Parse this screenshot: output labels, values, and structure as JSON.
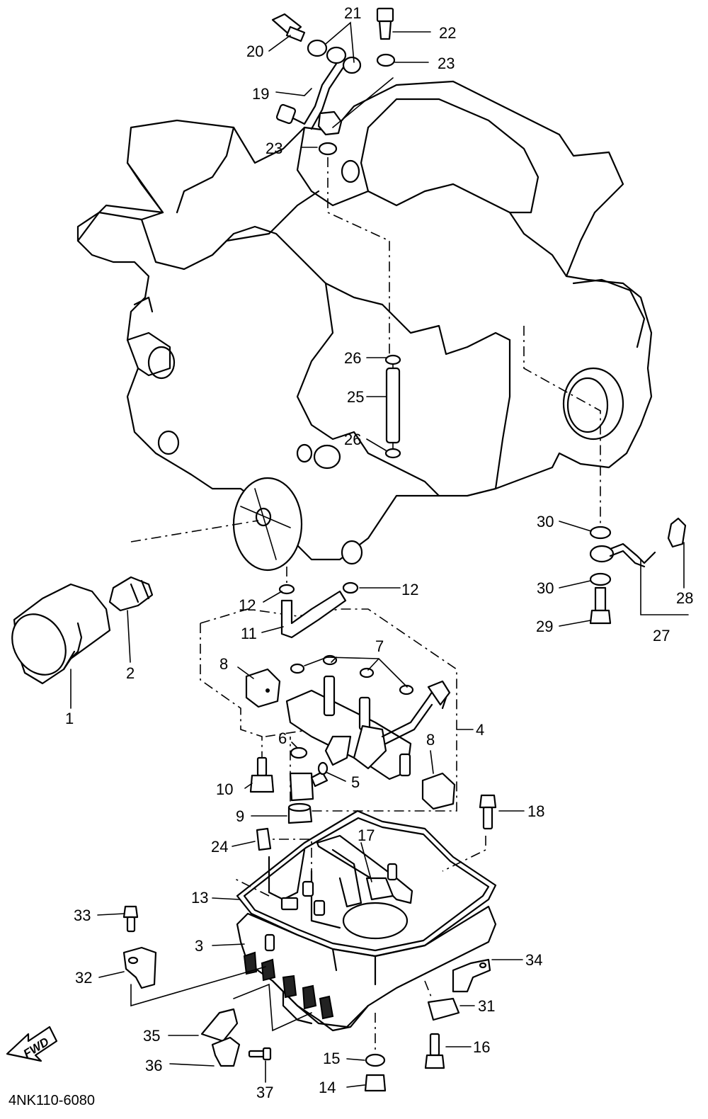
{
  "drawing_code": "4NK110-6080",
  "direction_arrow": "FWD",
  "callouts": [
    {
      "id": "c1",
      "text": "1"
    },
    {
      "id": "c2",
      "text": "2"
    },
    {
      "id": "c3",
      "text": "3"
    },
    {
      "id": "c4",
      "text": "4"
    },
    {
      "id": "c5",
      "text": "5"
    },
    {
      "id": "c6",
      "text": "6"
    },
    {
      "id": "c7",
      "text": "7"
    },
    {
      "id": "c8a",
      "text": "8"
    },
    {
      "id": "c8b",
      "text": "8"
    },
    {
      "id": "c9",
      "text": "9"
    },
    {
      "id": "c10",
      "text": "10"
    },
    {
      "id": "c11",
      "text": "11"
    },
    {
      "id": "c12a",
      "text": "12"
    },
    {
      "id": "c12b",
      "text": "12"
    },
    {
      "id": "c13",
      "text": "13"
    },
    {
      "id": "c14",
      "text": "14"
    },
    {
      "id": "c15",
      "text": "15"
    },
    {
      "id": "c16",
      "text": "16"
    },
    {
      "id": "c17",
      "text": "17"
    },
    {
      "id": "c18",
      "text": "18"
    },
    {
      "id": "c19",
      "text": "19"
    },
    {
      "id": "c20",
      "text": "20"
    },
    {
      "id": "c21",
      "text": "21"
    },
    {
      "id": "c22",
      "text": "22"
    },
    {
      "id": "c23a",
      "text": "23"
    },
    {
      "id": "c23b",
      "text": "23"
    },
    {
      "id": "c24",
      "text": "24"
    },
    {
      "id": "c25",
      "text": "25"
    },
    {
      "id": "c26a",
      "text": "26"
    },
    {
      "id": "c26b",
      "text": "26"
    },
    {
      "id": "c27",
      "text": "27"
    },
    {
      "id": "c28",
      "text": "28"
    },
    {
      "id": "c29",
      "text": "29"
    },
    {
      "id": "c30a",
      "text": "30"
    },
    {
      "id": "c30b",
      "text": "30"
    },
    {
      "id": "c31",
      "text": "31"
    },
    {
      "id": "c32",
      "text": "32"
    },
    {
      "id": "c33",
      "text": "33"
    },
    {
      "id": "c34",
      "text": "34"
    },
    {
      "id": "c35",
      "text": "35"
    },
    {
      "id": "c36",
      "text": "36"
    },
    {
      "id": "c37",
      "text": "37"
    }
  ]
}
